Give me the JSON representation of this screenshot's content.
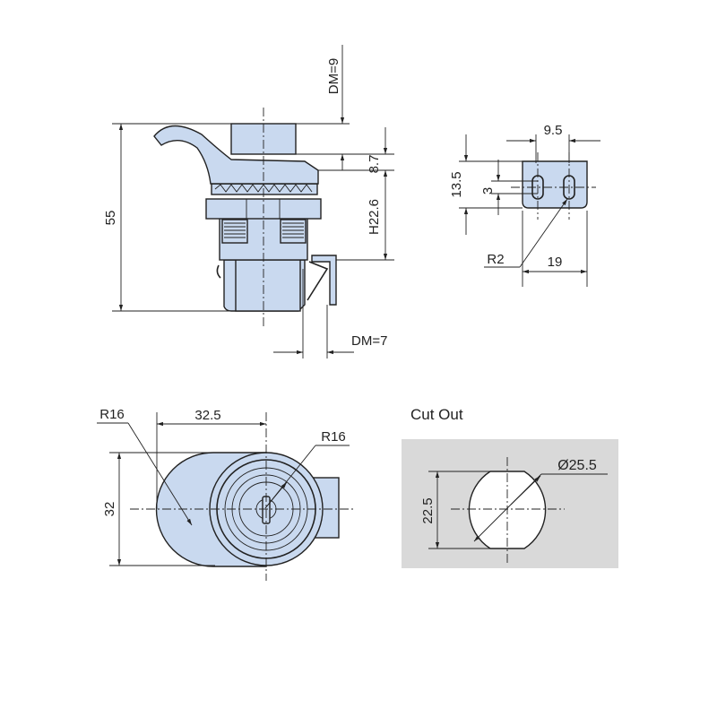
{
  "side_view": {
    "dim_total_height": "55",
    "dim_dm_top": "DM=9",
    "dim_cap_height": "8.7",
    "dim_thread_height": "H22.6",
    "dim_dm_bottom": "DM=7"
  },
  "cam_bracket": {
    "dim_hole_spacing": "9.5",
    "dim_height": "13.5",
    "dim_slot_width": "3",
    "dim_radius": "R2",
    "dim_width": "19"
  },
  "front_view": {
    "dim_radius_left": "R16",
    "dim_length": "32.5",
    "dim_radius_right": "R16",
    "dim_height": "32"
  },
  "cutout": {
    "title": "Cut Out",
    "dim_diameter": "Ø25.5",
    "dim_flat_height": "22.5"
  },
  "colors": {
    "part_fill": "#c9d9ef",
    "cutout_bg": "#d9d9d9"
  }
}
